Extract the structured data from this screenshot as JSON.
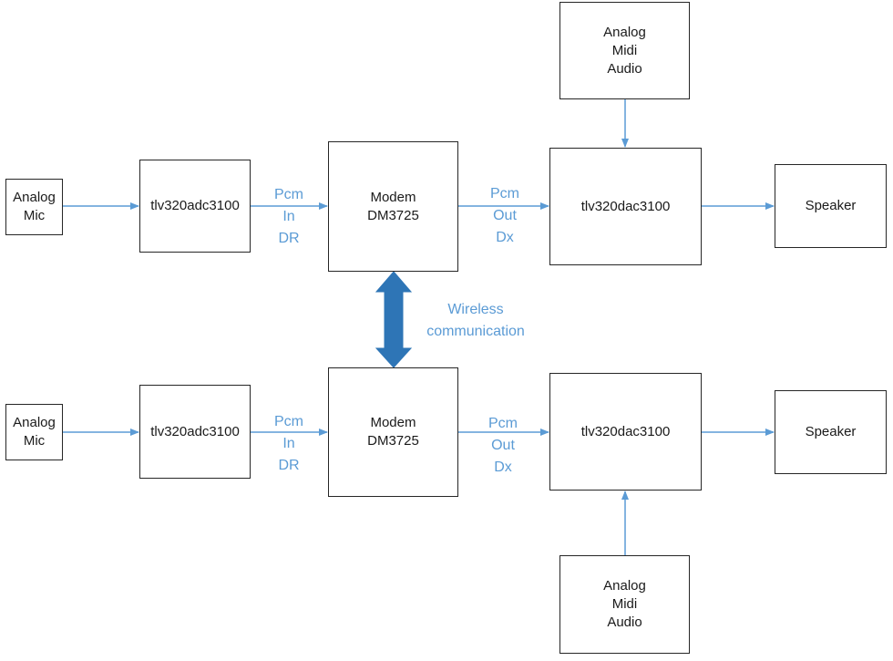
{
  "colors": {
    "connector": "#5b9bd5",
    "double_arrow": "#2e75b6",
    "box_border": "#262626",
    "box_text": "#1a1a1a",
    "label_text": "#5b9bd5"
  },
  "top_chain": {
    "mic": "Analog\nMic",
    "adc": "tlv320adc3100",
    "pcm_in": "Pcm\nIn\nDR",
    "modem": "Modem\nDM3725",
    "pcm_out": "Pcm\nOut\nDx",
    "dac": "tlv320dac3100",
    "speaker": "Speaker",
    "midi": "Analog\nMidi\nAudio"
  },
  "bottom_chain": {
    "mic": "Analog\nMic",
    "adc": "tlv320adc3100",
    "pcm_in": "Pcm\nIn\nDR",
    "modem": "Modem\nDM3725",
    "pcm_out": "Pcm\nOut\nDx",
    "dac": "tlv320dac3100",
    "speaker": "Speaker",
    "midi": "Analog\nMidi\nAudio"
  },
  "link": {
    "label": "Wireless\ncommunication"
  }
}
